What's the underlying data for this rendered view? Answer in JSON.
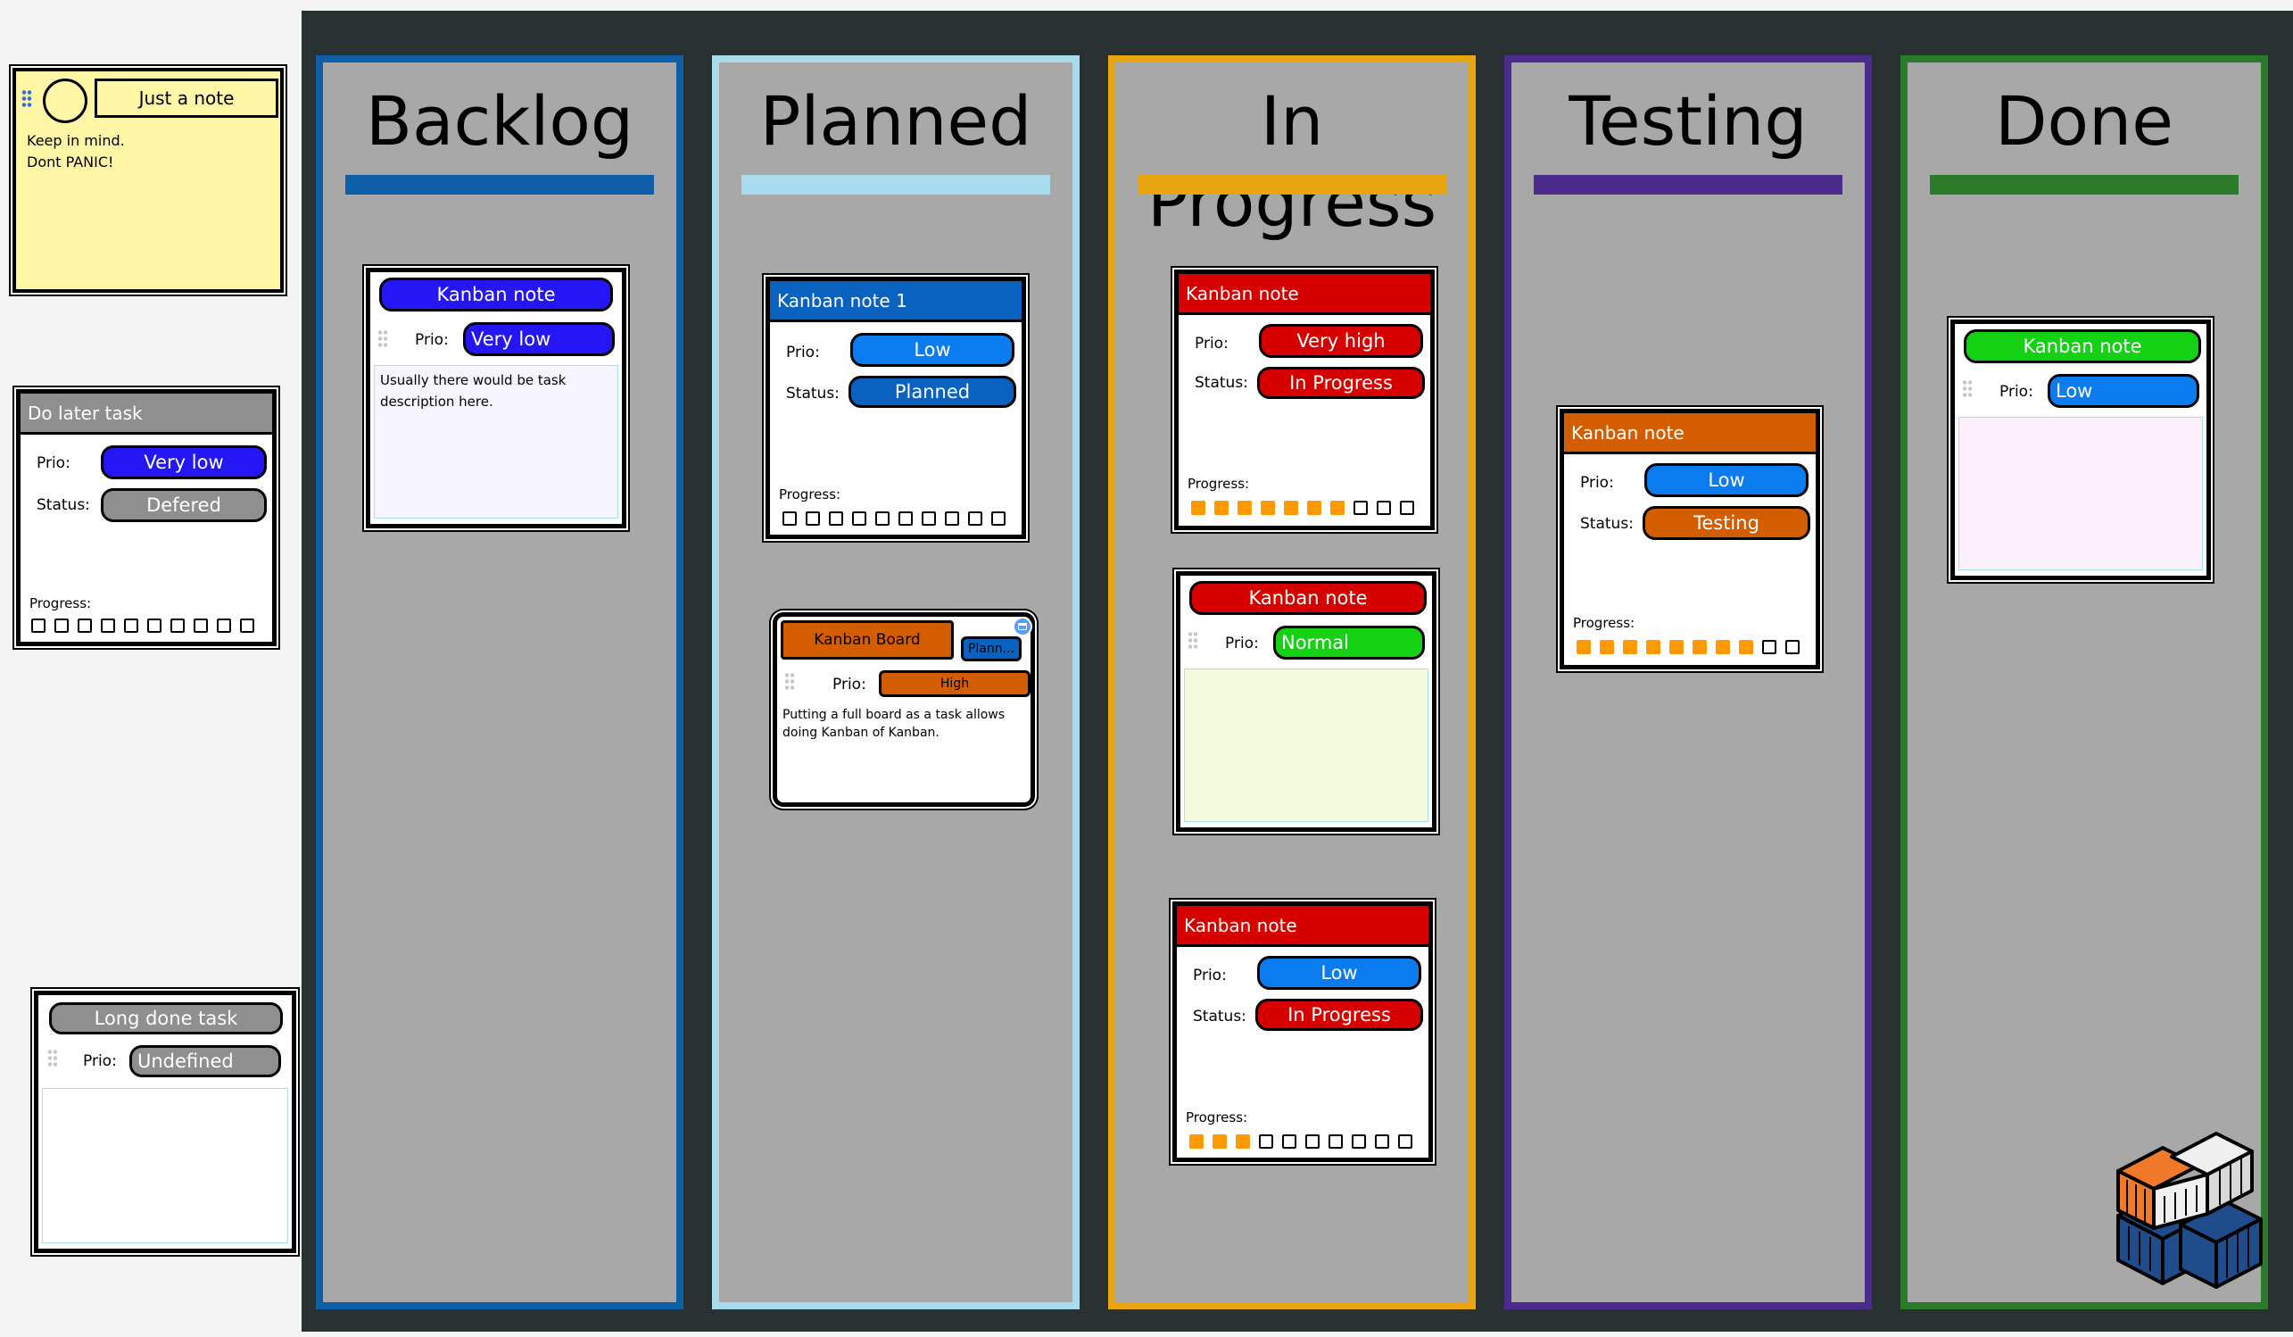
{
  "sidebar": {
    "sticky": {
      "title": "Just a note",
      "line1": "Keep in mind.",
      "line2": "Dont PANIC!"
    },
    "later_task": {
      "title": "Do later task",
      "prio_label": "Prio:",
      "prio": "Very low",
      "status_label": "Status:",
      "status": "Defered",
      "progress_label": "Progress:",
      "progress": 0
    },
    "done_task": {
      "title": "Long done task",
      "prio_label": "Prio:",
      "prio": "Undefined"
    }
  },
  "columns": [
    {
      "title": "Backlog",
      "color": "#0f5fa8"
    },
    {
      "title": "Planned",
      "color": "#a8dced"
    },
    {
      "title": "In Progress",
      "color": "#e9a50f"
    },
    {
      "title": "Testing",
      "color": "#4b2b8c"
    },
    {
      "title": "Done",
      "color": "#2a7a2a"
    }
  ],
  "cards": {
    "backlog_note": {
      "title": "Kanban note",
      "prio_label": "Prio:",
      "prio": "Very low",
      "description": "Usually there would be task description here."
    },
    "planned_note1": {
      "title": "Kanban note 1",
      "prio_label": "Prio:",
      "prio": "Low",
      "status_label": "Status:",
      "status": "Planned",
      "progress_label": "Progress:",
      "progress": 0
    },
    "planned_board": {
      "title": "Kanban Board",
      "badge": "Plann...",
      "prio_label": "Prio:",
      "prio": "High",
      "description": "Putting a full board as a task allows doing Kanban of Kanban."
    },
    "progress_note_a": {
      "title": "Kanban note",
      "prio_label": "Prio:",
      "prio": "Very high",
      "status_label": "Status:",
      "status": "In Progress",
      "progress_label": "Progress:",
      "progress": 7
    },
    "progress_note_b": {
      "title": "Kanban note",
      "prio_label": "Prio:",
      "prio": "Normal"
    },
    "progress_note_c": {
      "title": "Kanban note",
      "prio_label": "Prio:",
      "prio": "Low",
      "status_label": "Status:",
      "status": "In Progress",
      "progress_label": "Progress:",
      "progress": 3
    },
    "testing_note": {
      "title": "Kanban note",
      "prio_label": "Prio:",
      "prio": "Low",
      "status_label": "Status:",
      "status": "Testing",
      "progress_label": "Progress:",
      "progress": 8
    },
    "done_note": {
      "title": "Kanban note",
      "prio_label": "Prio:",
      "prio": "Low"
    }
  },
  "progress_total": 10,
  "colors": {
    "very_low": "#2416f5",
    "low": "#0a7cf0",
    "planned": "#0a62c0",
    "very_high": "#d60000",
    "in_progress": "#d60000",
    "normal": "#14d114",
    "testing": "#d45d00",
    "defered": "#8f8f8f",
    "undefined": "#8f8f8f",
    "kanban_green": "#14d114",
    "kanban_red": "#d60000",
    "kanban_orange": "#d45d00"
  },
  "icons": [
    "drag-handle-icon",
    "circle-icon",
    "board-logo-icon",
    "calendar-icon"
  ]
}
